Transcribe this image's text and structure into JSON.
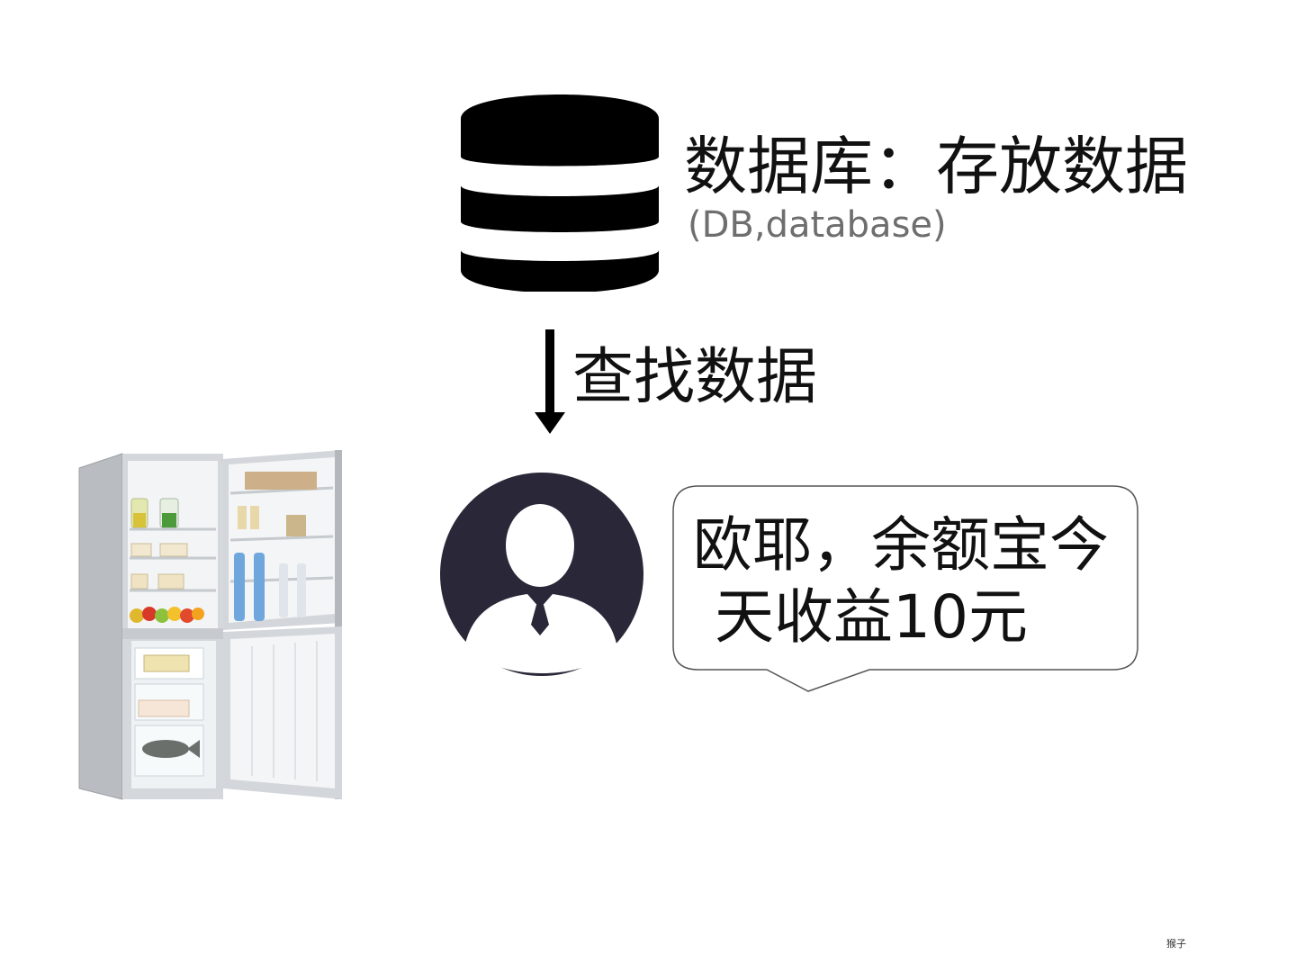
{
  "database": {
    "icon": "database-icon",
    "title": "数据库：存放数据",
    "subtitle": "(DB,database)"
  },
  "query": {
    "icon": "down-arrow-icon",
    "label": "查找数据"
  },
  "fridge": {
    "icon": "refrigerator-image"
  },
  "user": {
    "icon": "user-avatar-icon"
  },
  "speech": {
    "line1": "欧耶，余额宝今",
    "line2": "天收益10元"
  },
  "watermark": "猴子",
  "colors": {
    "icon_black": "#000000",
    "avatar_dark": "#2a2838",
    "subtitle_gray": "#6e6e6e",
    "bubble_border": "#555555"
  }
}
